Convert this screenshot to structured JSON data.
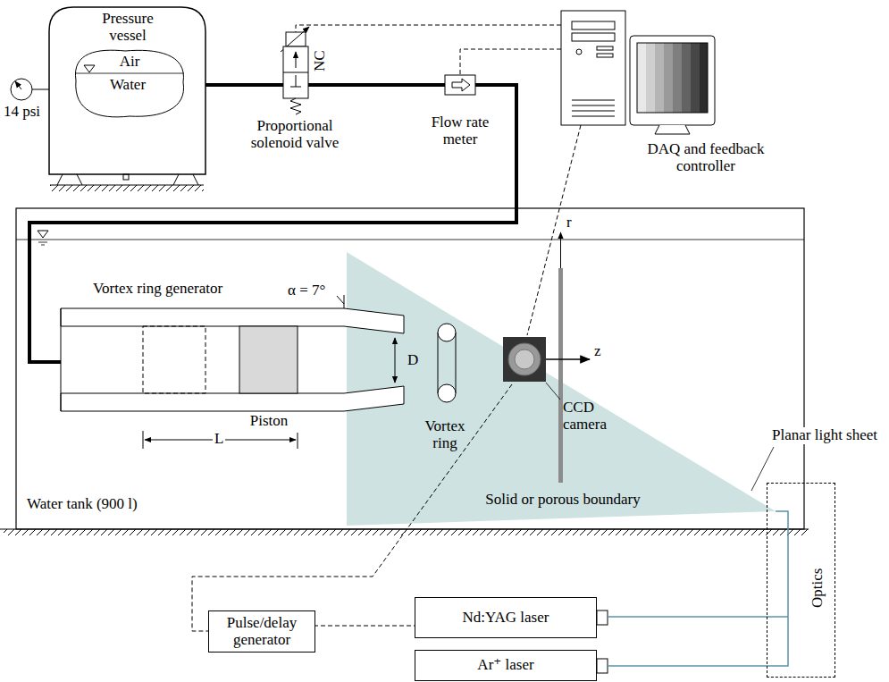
{
  "diagram": {
    "nodes": [
      {
        "text": [
          "Pressure vessel",
          "Air",
          "Water"
        ]
      },
      {
        "text": [
          "NC",
          "Proportional solenoid valve"
        ]
      },
      {
        "text": [
          "Flow rate meter"
        ]
      },
      {
        "text": [
          "DAQ and feedback controller"
        ]
      },
      {
        "text": [
          "Water tank (900 l)"
        ]
      },
      {
        "text": [
          "Vortex ring generator"
        ],
        "in": 4
      },
      {
        "text": [
          "CCD camera"
        ],
        "in": 4
      },
      {
        "text": [
          "Pulse/delay generator"
        ]
      },
      {
        "text": [
          "Nd:YAG laser"
        ]
      },
      {
        "text": [
          "Ar⁺ laser"
        ]
      },
      {
        "text": [
          "Optics"
        ]
      }
    ],
    "edges": [
      {
        "from": 0,
        "to": 1,
        "arrow": "none"
      },
      {
        "from": 1,
        "to": 2,
        "arrow": "none"
      },
      {
        "from": 2,
        "to": 5,
        "arrow": "none"
      },
      {
        "from": 3,
        "to": 1,
        "arrow": "none"
      },
      {
        "from": 3,
        "to": 2,
        "arrow": "none"
      },
      {
        "from": 3,
        "to": 6,
        "arrow": "none"
      },
      {
        "from": 6,
        "to": 7,
        "arrow": "none"
      },
      {
        "from": 7,
        "to": 8,
        "arrow": "none"
      },
      {
        "from": 8,
        "to": 10,
        "arrow": "none"
      },
      {
        "from": 9,
        "to": 10,
        "arrow": "none"
      }
    ],
    "labels": [
      "14 psi",
      "α = 7°",
      "D",
      "L",
      "Piston",
      "Vortex ring",
      "r",
      "z",
      "Solid or porous boundary",
      "Planar light sheet"
    ]
  }
}
